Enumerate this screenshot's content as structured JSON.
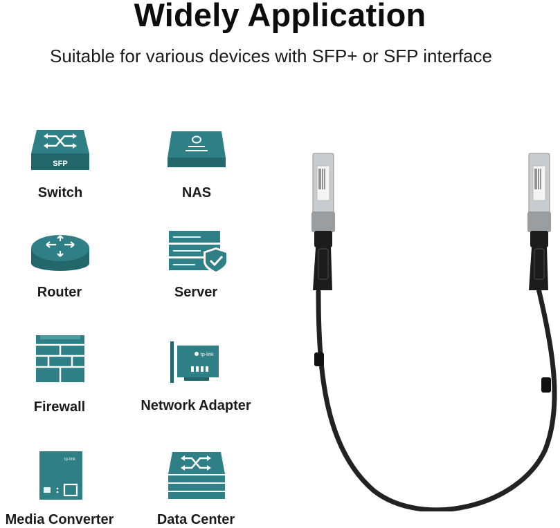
{
  "heading": {
    "title": "Widely Application",
    "subtitle": "Suitable for various devices with SFP+ or SFP interface"
  },
  "devices": [
    {
      "label": "Switch",
      "icon": "switch-icon",
      "badge": "SFP"
    },
    {
      "label": "NAS",
      "icon": "nas-icon"
    },
    {
      "label": "Router",
      "icon": "router-icon"
    },
    {
      "label": "Server",
      "icon": "server-icon"
    },
    {
      "label": "Firewall",
      "icon": "firewall-icon"
    },
    {
      "label": "Network Adapter",
      "icon": "network-adapter-icon",
      "badge": "tp-link"
    },
    {
      "label": "Media Converter",
      "icon": "media-converter-icon",
      "badge": "tp-link"
    },
    {
      "label": "Data Center",
      "icon": "data-center-icon"
    }
  ],
  "product": {
    "icon": "dac-cable-icon"
  },
  "colors": {
    "icon_teal": "#2e7f86",
    "icon_teal_dark": "#23676d",
    "icon_light": "#e6f2f3",
    "cable": "#222222"
  }
}
